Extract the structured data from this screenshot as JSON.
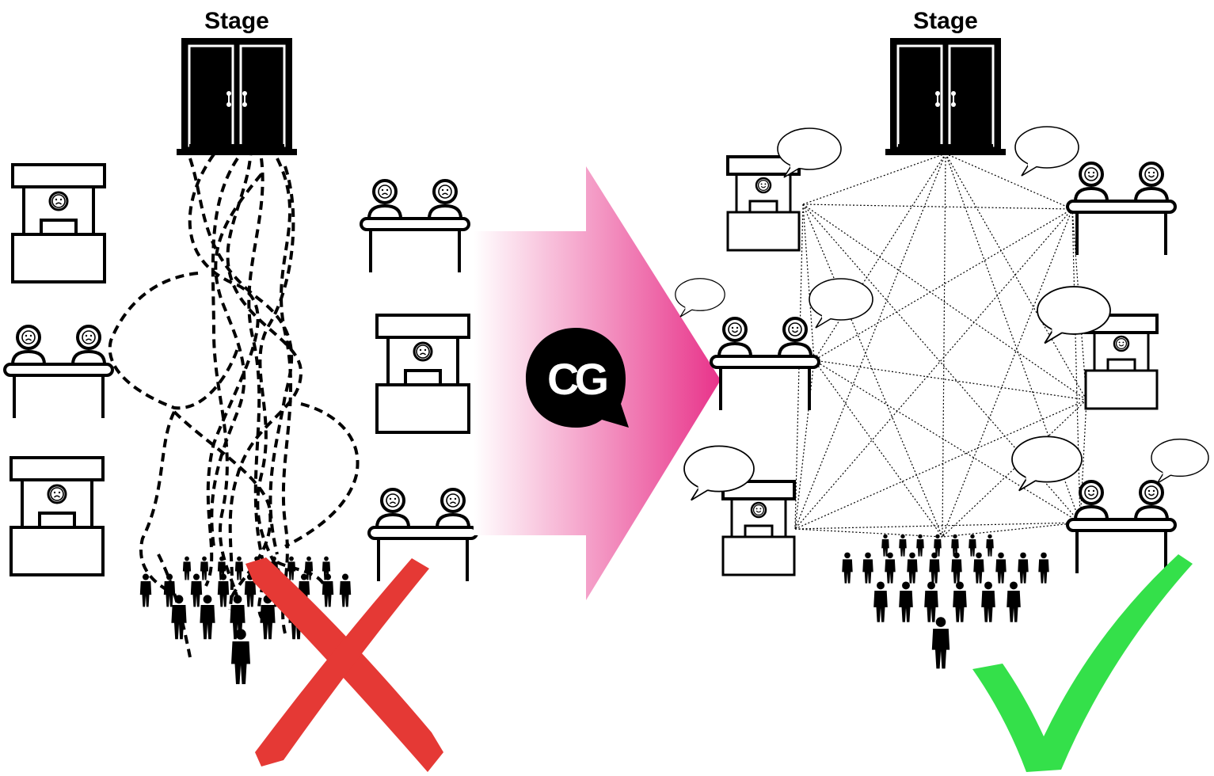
{
  "left_panel": {
    "stage_label": "Stage",
    "booths": [
      {
        "kind": "booth",
        "mood": "sad"
      },
      {
        "kind": "booth",
        "mood": "sad"
      },
      {
        "kind": "booth",
        "mood": "sad"
      }
    ],
    "tables": [
      {
        "kind": "table",
        "mood": "sad"
      },
      {
        "kind": "table",
        "mood": "sad"
      },
      {
        "kind": "table",
        "mood": "sad"
      }
    ],
    "crowd_icon": "crowd-icon",
    "verdict_icon": "cross-icon",
    "verdict_color": "#e53935"
  },
  "center": {
    "arrow_gradient": [
      "#ffffff",
      "#e8338a"
    ],
    "logo_text": "CG",
    "logo_color": "#000000"
  },
  "right_panel": {
    "stage_label": "Stage",
    "booths": [
      {
        "kind": "booth",
        "mood": "happy"
      },
      {
        "kind": "booth",
        "mood": "happy"
      },
      {
        "kind": "booth",
        "mood": "happy"
      }
    ],
    "tables": [
      {
        "kind": "table",
        "mood": "happy"
      },
      {
        "kind": "table",
        "mood": "happy"
      },
      {
        "kind": "table",
        "mood": "happy"
      }
    ],
    "crowd_icon": "crowd-icon",
    "speech_bubble_icon": "speech-bubble-icon",
    "verdict_icon": "check-icon",
    "verdict_color": "#34e04a"
  }
}
